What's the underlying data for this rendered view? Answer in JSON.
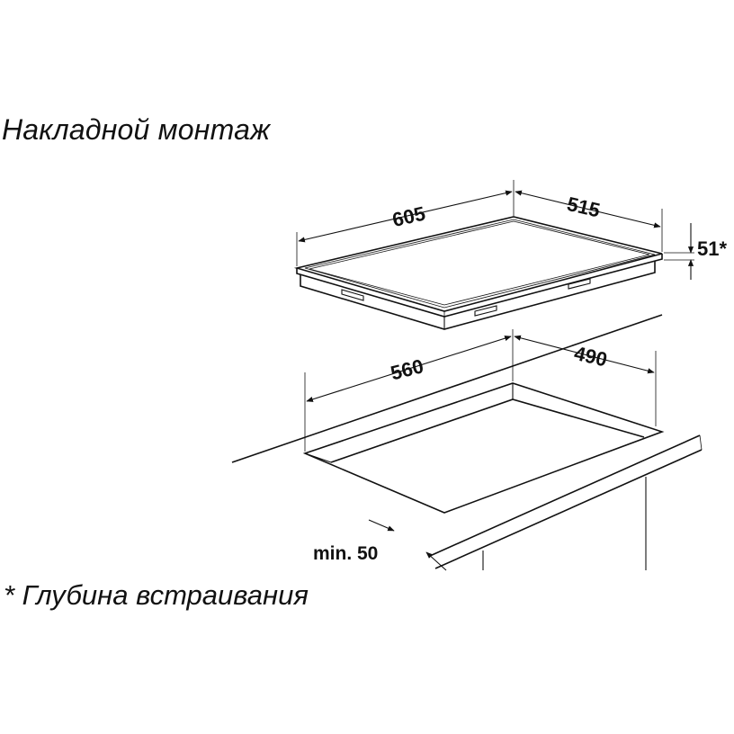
{
  "title": "Накладной монтаж",
  "footnote": "* Глубина встраивания",
  "dimensions": {
    "hob_width": "605",
    "hob_depth": "515",
    "hob_height": "51*",
    "cutout_width": "560",
    "cutout_depth": "490",
    "min_edge": "min. 50"
  }
}
